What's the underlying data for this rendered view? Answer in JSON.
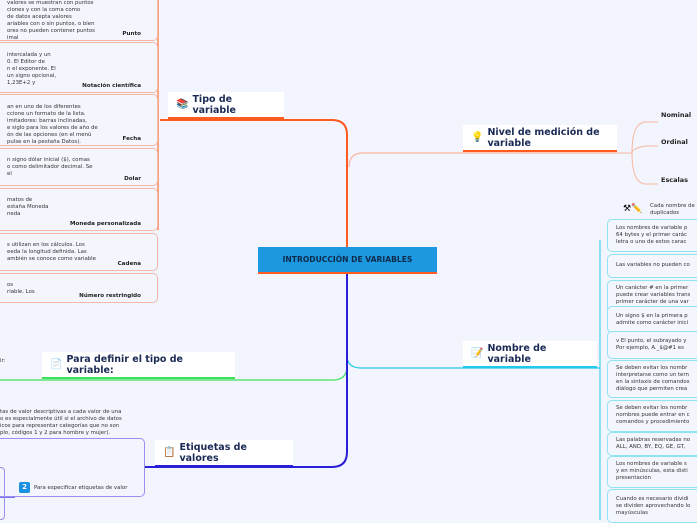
{
  "central": {
    "title": "INTRODUCCIÓN DE VARIABLES",
    "color": "#1b98e0"
  },
  "tipo_variable": {
    "title": "Tipo de variable",
    "icon": "books-icon",
    "color": "#ff5a1f",
    "items": [
      {
        "text": "valores se muestran con puntos\nciones y con la coma como\nde datos acepta valores\nariables con o sin puntos, o bien\nores no pueden contener puntos\nimal",
        "label": "Punto"
      },
      {
        "text": "intercalada y un\n0. El Editor de\nn el exponente. El\nun signo opcional,\n1,23E+2 y",
        "label": "Notación científica"
      },
      {
        "text": "an en uno de los diferentes\nccione un formato de la lista.\nimitadores: barras inclinadas,\ne siglo para los valores de año de\nón de las opciones (en el menú\npulse en la pestaña Datos).",
        "label": "Fecha"
      },
      {
        "text": "n signo dólar inicial ($), comas\no como delimitador decimal. Se\nel",
        "label": "Dolar"
      },
      {
        "text": "matos de\nestaña Moneda\nneda",
        "label": "Moneda personalizada"
      },
      {
        "text": "s utilizan en los cálculos. Los\needa la longitud definida. Las\nambién se conoce como variable",
        "label": "Cadena"
      },
      {
        "text": "os\nriable. Los",
        "label": "Número restringido"
      }
    ]
  },
  "nivel_medicion": {
    "title": "Nivel de medición de variable",
    "icon": "lightbulb-icon",
    "items": [
      "Nominal",
      "Ordinal",
      "Escalas"
    ]
  },
  "nombre_variable": {
    "title": "Nombre de variable",
    "icon": "memo-icon",
    "color": "#22c9ea",
    "note": "Cada nombre de\nduplicados",
    "items": [
      "Los nombres de variable p\n64 bytes y el primer carác\nletra o uno de estos carac",
      "Las variables no pueden co",
      "Un carácter # en la primer\npuede crear variables trans\nprimer carácter de una var",
      "Un signo $ en la primera p\nadmite como carácter inici",
      "v El punto, el subrayado y\nPor ejemplo, A._$@#1 es",
      "Se deben evitar los nombr\ninterpretarse como un tern\nen la sintaxis de comandos\ndiálogo que permiten crea",
      "Se deben evitar los nombr\nnombres puede entrar en c\ncomandos y procedimiento",
      "Las palabras reservadas no\nALL, AND, BY, EQ, GE, GT,",
      "Los nombres de variable s\ny en minúsculas, esta disti\npresentación",
      "Cuando es necesario dividi\nse dividen aprovechando lo\nmayúsculas"
    ]
  },
  "definir_tipo": {
    "title": "Para definir el tipo de variable:",
    "icon": "document-icon",
    "side_text": "ir:",
    "color": "#3de05a"
  },
  "etiquetas": {
    "title": "Etiquetas de valores",
    "icon": "clipboard-icon",
    "color": "#2a1fd6",
    "description": "tas de valor descriptivas a cada valor de una\no es especialmente útil si el archivo de datos\nicos para representar categorías que no son\nplo, códigos 1 y 2 para hombre y mujer).",
    "step_number": "2",
    "step_label": "Para especificar etiquetas de valor"
  }
}
